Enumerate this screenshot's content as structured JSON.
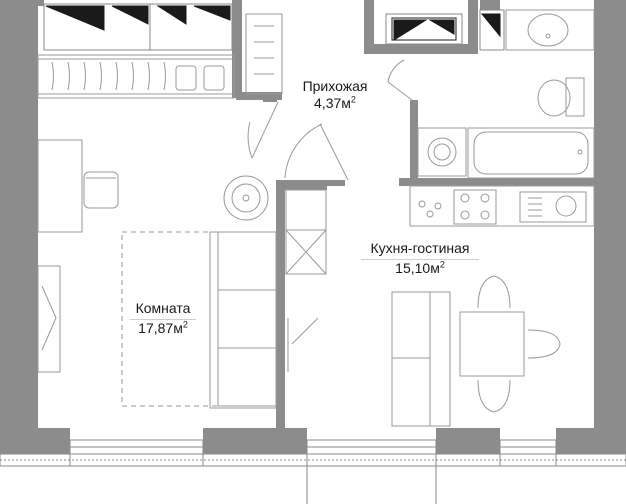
{
  "rooms": {
    "hallway": {
      "name": "Прихожая",
      "area": "4,37м",
      "sup": "2"
    },
    "kitchen": {
      "name": "Кухня-гостиная",
      "area": "15,10м",
      "sup": "2"
    },
    "room": {
      "name": "Комната",
      "area": "17,87м",
      "sup": "2"
    }
  },
  "colors": {
    "wall": "#8c8c8c",
    "wall_dark": "#6e6e6e",
    "line": "#8a8a8a",
    "furniture": "#9a9a9a",
    "floor": "#ffffff"
  }
}
